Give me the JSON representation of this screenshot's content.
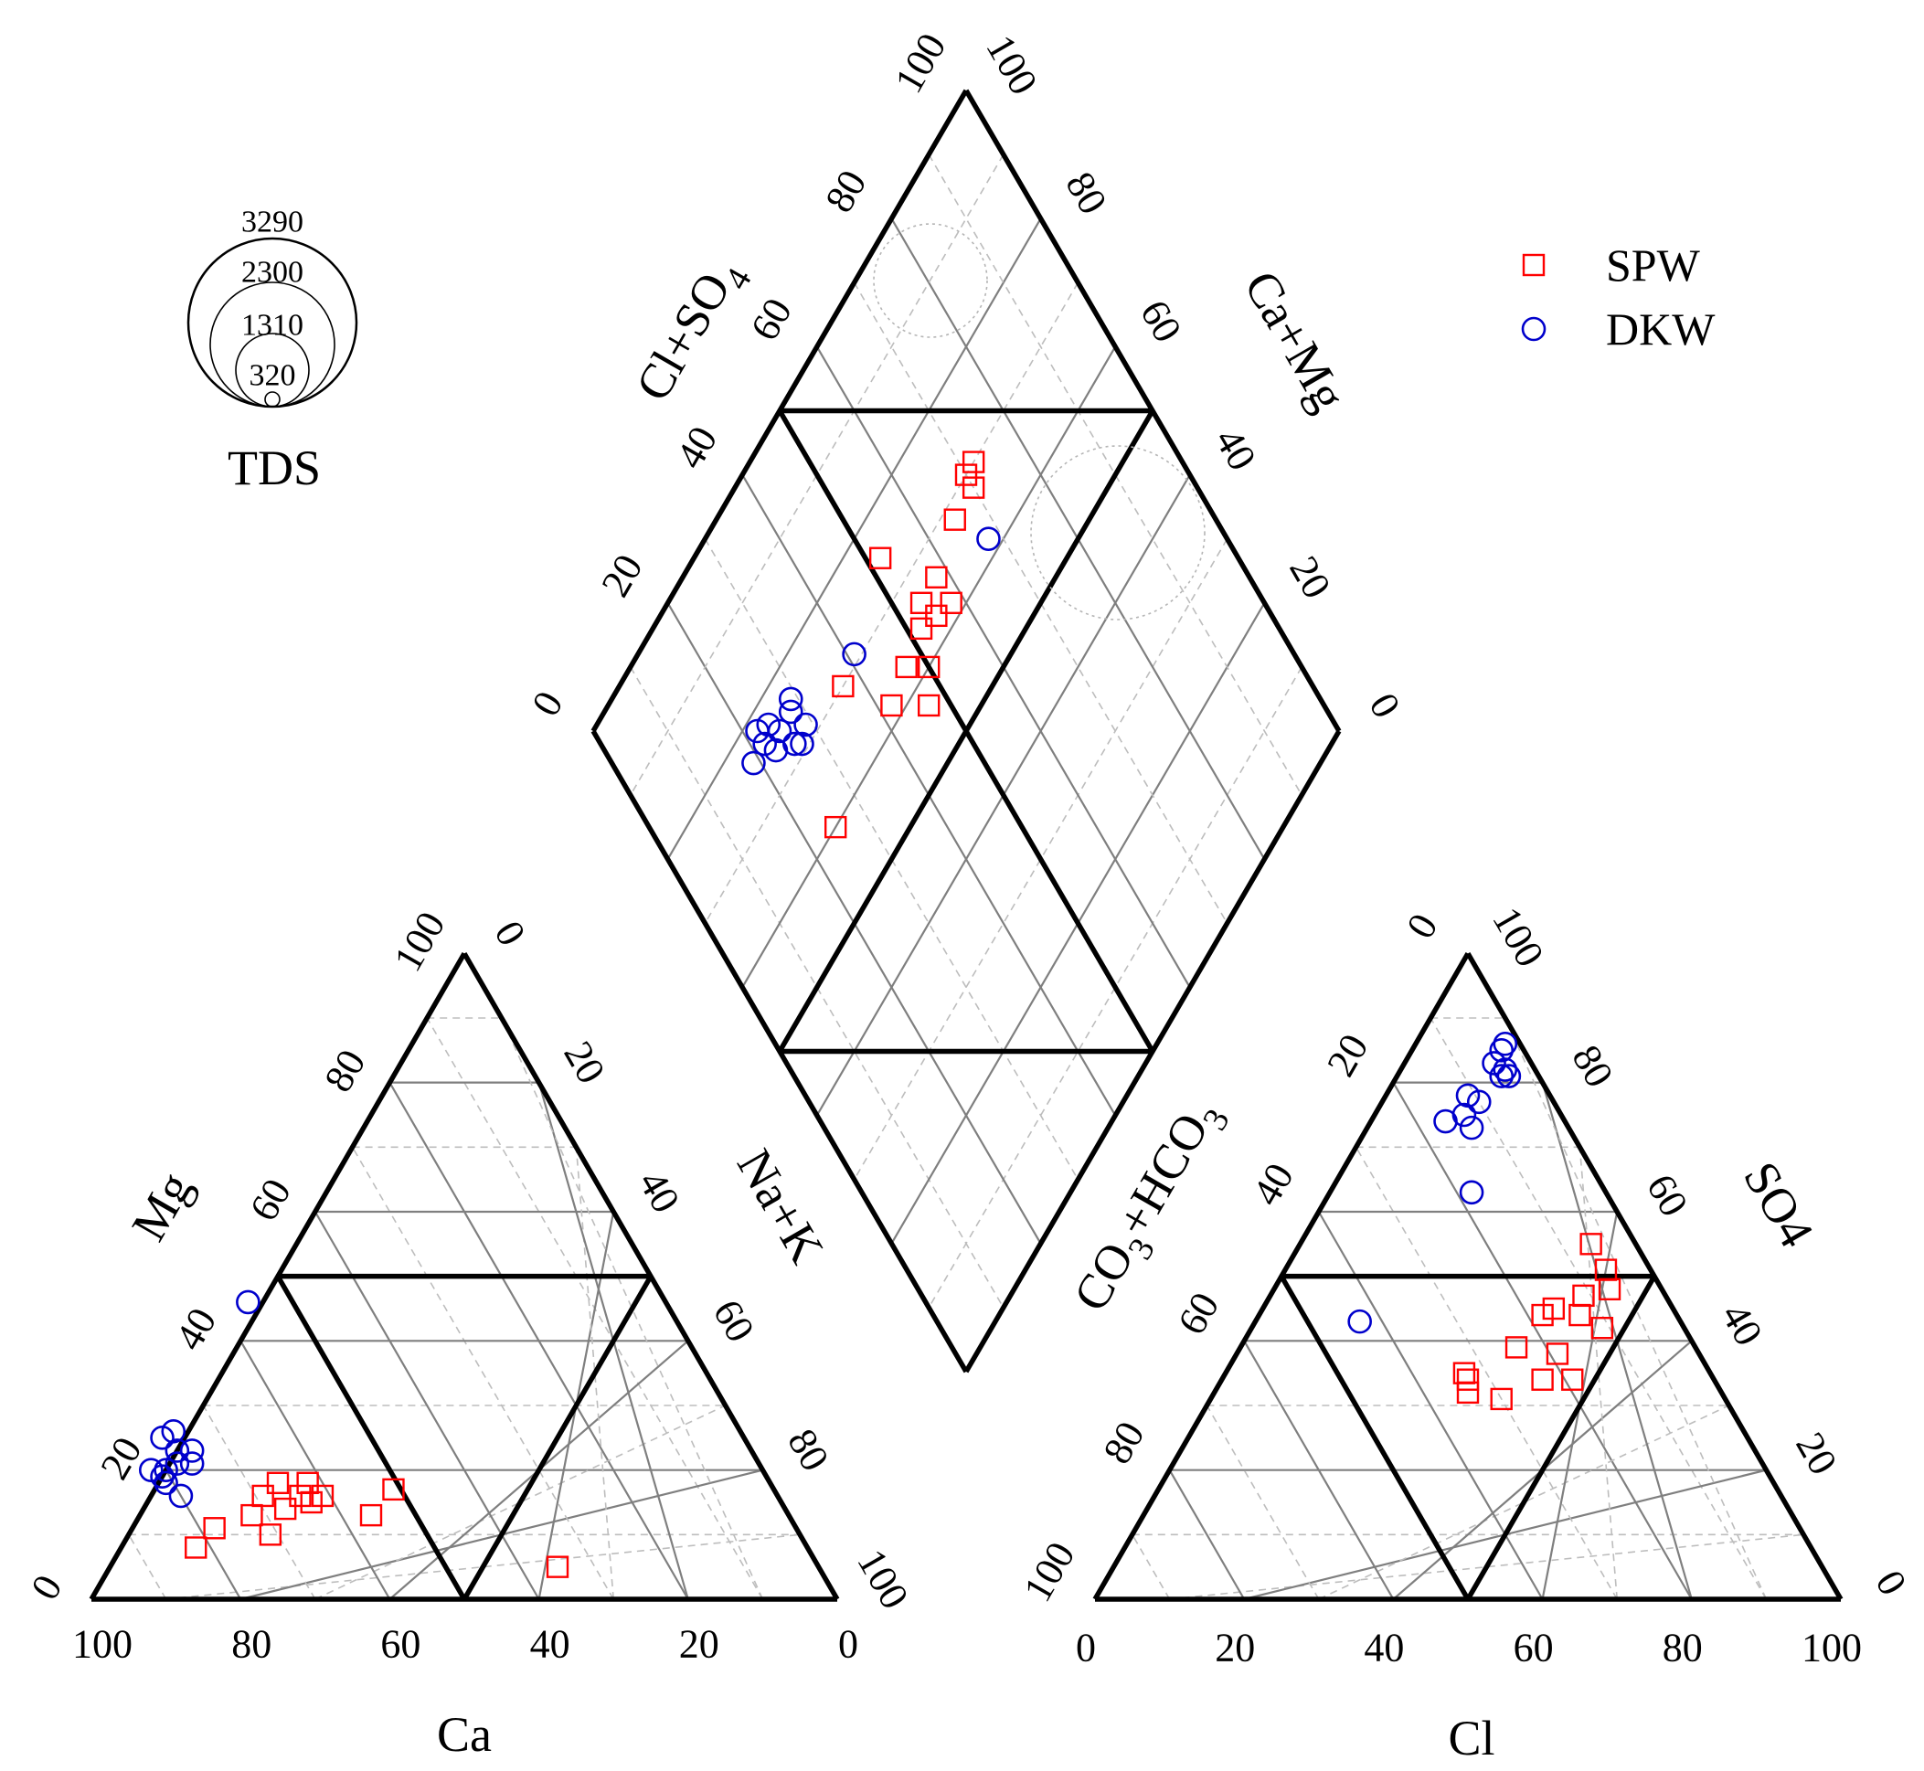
{
  "chart_data": {
    "type": "scatter",
    "subtype": "piper-diagram",
    "legend": {
      "placement": "top-right",
      "entries": [
        {
          "name": "SPW",
          "marker": "square",
          "color": "#ff0000"
        },
        {
          "name": "DKW",
          "marker": "circle",
          "color": "#0000cc"
        }
      ]
    },
    "tds_legend": {
      "title": "TDS",
      "values": [
        "3290",
        "2300",
        "1310",
        "320"
      ]
    },
    "cation_triangle": {
      "axes": {
        "bottom": "Ca",
        "left": "Mg",
        "right": "Na+K"
      },
      "bottom_ticks": [
        "100",
        "80",
        "60",
        "40",
        "20",
        "0"
      ],
      "left_ticks": [
        "0",
        "20",
        "40",
        "60",
        "80",
        "100"
      ],
      "right_ticks": [
        "0",
        "20",
        "40",
        "60",
        "80",
        "100"
      ]
    },
    "anion_triangle": {
      "axes": {
        "bottom": "Cl",
        "left": "CO3+HCO3",
        "right": "SO4"
      },
      "bottom_ticks": [
        "0",
        "20",
        "40",
        "60",
        "80",
        "100"
      ],
      "left_ticks": [
        "0",
        "20",
        "40",
        "60",
        "80",
        "100"
      ],
      "right_ticks": [
        "0",
        "20",
        "40",
        "60",
        "80",
        "100"
      ]
    },
    "diamond": {
      "axes": {
        "left": "Cl+SO4",
        "right": "Ca+Mg"
      },
      "left_ticks": [
        "0",
        "20",
        "40",
        "60",
        "80",
        "100"
      ],
      "right_ticks": [
        "0",
        "20",
        "40",
        "60",
        "80",
        "100"
      ]
    },
    "series": [
      {
        "name": "SPW",
        "cation_points": [
          {
            "Ca": 82,
            "Mg": 8
          },
          {
            "Ca": 78,
            "Mg": 11
          },
          {
            "Ca": 71,
            "Mg": 10
          },
          {
            "Ca": 72,
            "Mg": 13
          },
          {
            "Ca": 67,
            "Mg": 14
          },
          {
            "Ca": 64,
            "Mg": 16
          },
          {
            "Ca": 69,
            "Mg": 16
          },
          {
            "Ca": 66,
            "Mg": 18
          },
          {
            "Ca": 63,
            "Mg": 15
          },
          {
            "Ca": 62,
            "Mg": 18
          },
          {
            "Ca": 61,
            "Mg": 16
          },
          {
            "Ca": 56,
            "Mg": 13
          },
          {
            "Ca": 51,
            "Mg": 17
          },
          {
            "Ca": 35,
            "Mg": 5
          }
        ],
        "anion_points": [
          {
            "Cl": 39,
            "SO4": 55
          },
          {
            "Cl": 43,
            "SO4": 51
          },
          {
            "Cl": 42,
            "SO4": 47
          },
          {
            "Cl": 45,
            "SO4": 48
          },
          {
            "Cl": 43,
            "SO4": 38
          },
          {
            "Cl": 47,
            "SO4": 42
          },
          {
            "Cl": 38,
            "SO4": 44
          },
          {
            "Cl": 39,
            "SO4": 45
          },
          {
            "Cl": 43,
            "SO4": 44
          },
          {
            "Cl": 32,
            "SO4": 35
          },
          {
            "Cl": 37,
            "SO4": 39
          },
          {
            "Cl": 33,
            "SO4": 34
          },
          {
            "Cl": 43,
            "SO4": 34
          },
          {
            "Cl": 47,
            "SO4": 34
          },
          {
            "Cl": 39,
            "SO4": 31
          },
          {
            "Cl": 34,
            "SO4": 32
          }
        ],
        "diamond_points": [
          {
            "ClSO4": 72,
            "CaMg": 70
          },
          {
            "ClSO4": 70,
            "CaMg": 68
          },
          {
            "ClSO4": 70,
            "CaMg": 70
          },
          {
            "ClSO4": 65,
            "CaMg": 68
          },
          {
            "ClSO4": 58,
            "CaMg": 66
          },
          {
            "ClSO4": 58,
            "CaMg": 62
          },
          {
            "ClSO4": 54,
            "CaMg": 66
          },
          {
            "ClSO4": 55,
            "CaMg": 63
          },
          {
            "ClSO4": 52,
            "CaMg": 64
          },
          {
            "ClSO4": 50,
            "CaMg": 60
          },
          {
            "ClSO4": 47,
            "CaMg": 57
          },
          {
            "ClSO4": 47,
            "CaMg": 63
          },
          {
            "ClSO4": 42,
            "CaMg": 62
          },
          {
            "ClSO4": 52,
            "CaMg": 75
          },
          {
            "ClSO4": 37,
            "CaMg": 70
          },
          {
            "ClSO4": 25,
            "CaMg": 60
          }
        ]
      },
      {
        "name": "DKW",
        "cation_points": [
          {
            "Ca": 78,
            "Mg": 25
          },
          {
            "Ca": 76,
            "Mg": 26
          },
          {
            "Ca": 75,
            "Mg": 23
          },
          {
            "Ca": 77,
            "Mg": 23
          },
          {
            "Ca": 76,
            "Mg": 21
          },
          {
            "Ca": 78,
            "Mg": 21
          },
          {
            "Ca": 82,
            "Mg": 20
          },
          {
            "Ca": 81,
            "Mg": 19
          },
          {
            "Ca": 80,
            "Mg": 20
          },
          {
            "Ca": 81,
            "Mg": 18
          },
          {
            "Ca": 80,
            "Mg": 16
          },
          {
            "Ca": 56,
            "Mg": 46
          }
        ],
        "anion_points": [
          {
            "Cl": 12,
            "SO4": 75
          },
          {
            "Cl": 14,
            "SO4": 73
          },
          {
            "Cl": 10,
            "SO4": 74
          },
          {
            "Cl": 13,
            "SO4": 77
          },
          {
            "Cl": 11,
            "SO4": 78
          },
          {
            "Cl": 15,
            "SO4": 81
          },
          {
            "Cl": 14,
            "SO4": 81
          },
          {
            "Cl": 14,
            "SO4": 82
          },
          {
            "Cl": 12,
            "SO4": 83
          },
          {
            "Cl": 12,
            "SO4": 85
          },
          {
            "Cl": 12,
            "SO4": 86
          },
          {
            "Cl": 19,
            "SO4": 63
          },
          {
            "Cl": 14,
            "SO4": 43
          }
        ],
        "diamond_points": [
          {
            "ClSO4": 68,
            "CaMg": 62
          },
          {
            "ClSO4": 41,
            "CaMg": 71
          },
          {
            "ClSO4": 29,
            "CaMg": 72
          },
          {
            "ClSO4": 26,
            "CaMg": 72
          },
          {
            "ClSO4": 27,
            "CaMg": 71
          },
          {
            "ClSO4": 29,
            "CaMg": 76
          },
          {
            "ClSO4": 28,
            "CaMg": 75
          },
          {
            "ClSO4": 25,
            "CaMg": 75
          },
          {
            "ClSO4": 23,
            "CaMg": 74
          },
          {
            "ClSO4": 22,
            "CaMg": 76
          },
          {
            "ClSO4": 19,
            "CaMg": 76
          },
          {
            "ClSO4": 22,
            "CaMg": 78
          },
          {
            "ClSO4": 24,
            "CaMg": 77
          }
        ]
      }
    ]
  }
}
